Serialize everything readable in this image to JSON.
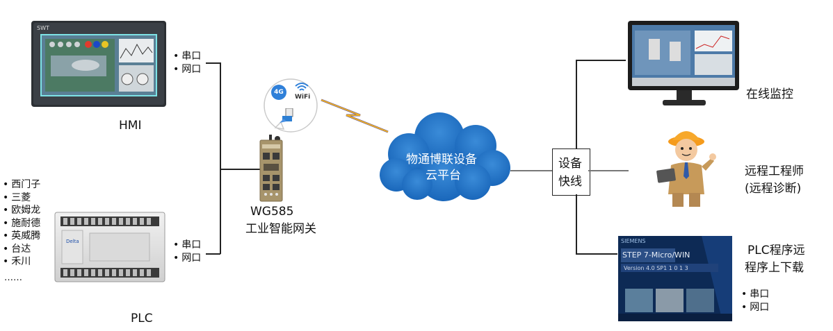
{
  "hmi": {
    "label": "HMI",
    "ports": [
      "串口",
      "网口"
    ]
  },
  "plc": {
    "label": "PLC",
    "ports": [
      "串口",
      "网口"
    ],
    "brands": [
      "西门子",
      "三菱",
      "欧姆龙",
      "施耐德",
      "英威腾",
      "台达",
      "禾川"
    ],
    "ellipsis": "……"
  },
  "gateway": {
    "model": "WG585",
    "name": "工业智能网关",
    "badge_4g": "4G",
    "badge_wifi": "WiFi"
  },
  "cloud": {
    "line1": "物通博联设备",
    "line2": "云平台"
  },
  "quick_box": {
    "line1": "设备",
    "line2": "快线"
  },
  "right": {
    "monitor_label": "在线监控",
    "engineer_line1": "远程工程师",
    "engineer_line2": "(远程诊断)",
    "program_line1": "PLC程序远",
    "program_line2": "程序上下载",
    "ports": [
      "串口",
      "网口"
    ],
    "screen_brand": "SIEMENS",
    "screen_title": "STEP 7-Micro/WIN",
    "screen_version": "Version 4.0  SP1  1 0 1 3"
  },
  "colors": {
    "cloud": "#1f6fc2",
    "bolt": "#f3b321",
    "line": "#222222"
  }
}
